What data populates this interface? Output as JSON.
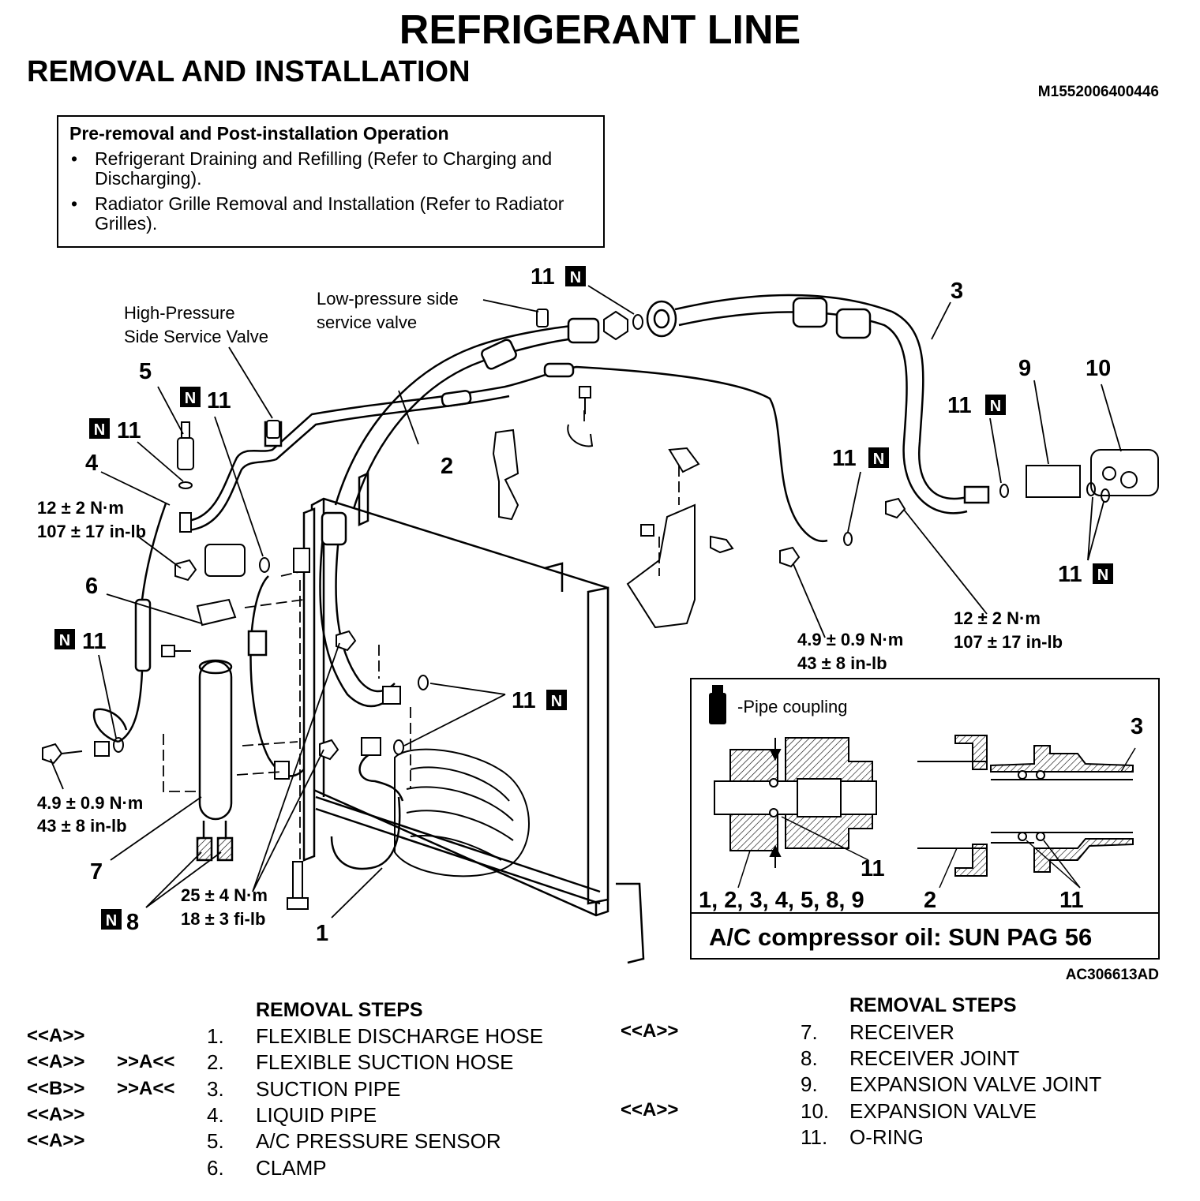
{
  "header": {
    "title": "REFRIGERANT LINE",
    "subtitle": "REMOVAL AND INSTALLATION",
    "doc_id": "M1552006400446"
  },
  "pre_box": {
    "heading": "Pre-removal and Post-installation Operation",
    "items": [
      "Refrigerant Draining and Refilling (Refer to Charging and Discharging).",
      "Radiator Grille Removal and Installation (Refer to Radiator Grilles)."
    ]
  },
  "diagram": {
    "figure_id": "AC306613AD",
    "new_part_mark": "N",
    "notes": {
      "high_pressure_1": "High-Pressure",
      "high_pressure_2": "Side Service Valve",
      "low_pressure_1": "Low-pressure side",
      "low_pressure_2": "service valve"
    },
    "labels": {
      "l1": "1",
      "l2": "2",
      "l3": "3",
      "l4": "4",
      "l5": "5",
      "l6": "6",
      "l7": "7",
      "l8": "8",
      "l9": "9",
      "l10": "10",
      "l11": "11"
    },
    "torques": {
      "t12_nm": "12 ± 2 N·m",
      "t12_inlb": "107 ± 17 in-lb",
      "t49_nm": "4.9 ± 0.9 N·m",
      "t49_inlb": "43 ± 8 in-lb",
      "t25_nm": "25 ± 4 N·m",
      "t25_ftlb": "18 ± 3 fi-lb"
    },
    "inset": {
      "pipe_coupling": "-Pipe coupling",
      "left_parts": "1, 2, 3, 4, 5, 8, 9",
      "oil": "A/C compressor oil:  SUN PAG 56"
    }
  },
  "removal_steps": {
    "heading": "REMOVAL STEPS",
    "left": [
      {
        "code": "<<A>>",
        "code2": "",
        "num": "1.",
        "name": "FLEXIBLE DISCHARGE HOSE"
      },
      {
        "code": "<<A>>",
        "code2": ">>A<<",
        "num": "2.",
        "name": "FLEXIBLE SUCTION HOSE"
      },
      {
        "code": "<<B>>",
        "code2": ">>A<<",
        "num": "3.",
        "name": "SUCTION PIPE"
      },
      {
        "code": "<<A>>",
        "code2": "",
        "num": "4.",
        "name": "LIQUID PIPE"
      },
      {
        "code": "<<A>>",
        "code2": "",
        "num": "5.",
        "name": "A/C PRESSURE SENSOR"
      },
      {
        "code": "",
        "code2": "",
        "num": "6.",
        "name": "CLAMP"
      }
    ],
    "right": [
      {
        "code": "<<A>>",
        "num": "7.",
        "name": "RECEIVER"
      },
      {
        "code": "",
        "num": "8.",
        "name": "RECEIVER JOINT"
      },
      {
        "code": "",
        "num": "9.",
        "name": "EXPANSION VALVE JOINT"
      },
      {
        "code": "<<A>>",
        "num": "10.",
        "name": "EXPANSION VALVE"
      },
      {
        "code": "",
        "num": "11.",
        "name": "O-RING"
      }
    ]
  }
}
